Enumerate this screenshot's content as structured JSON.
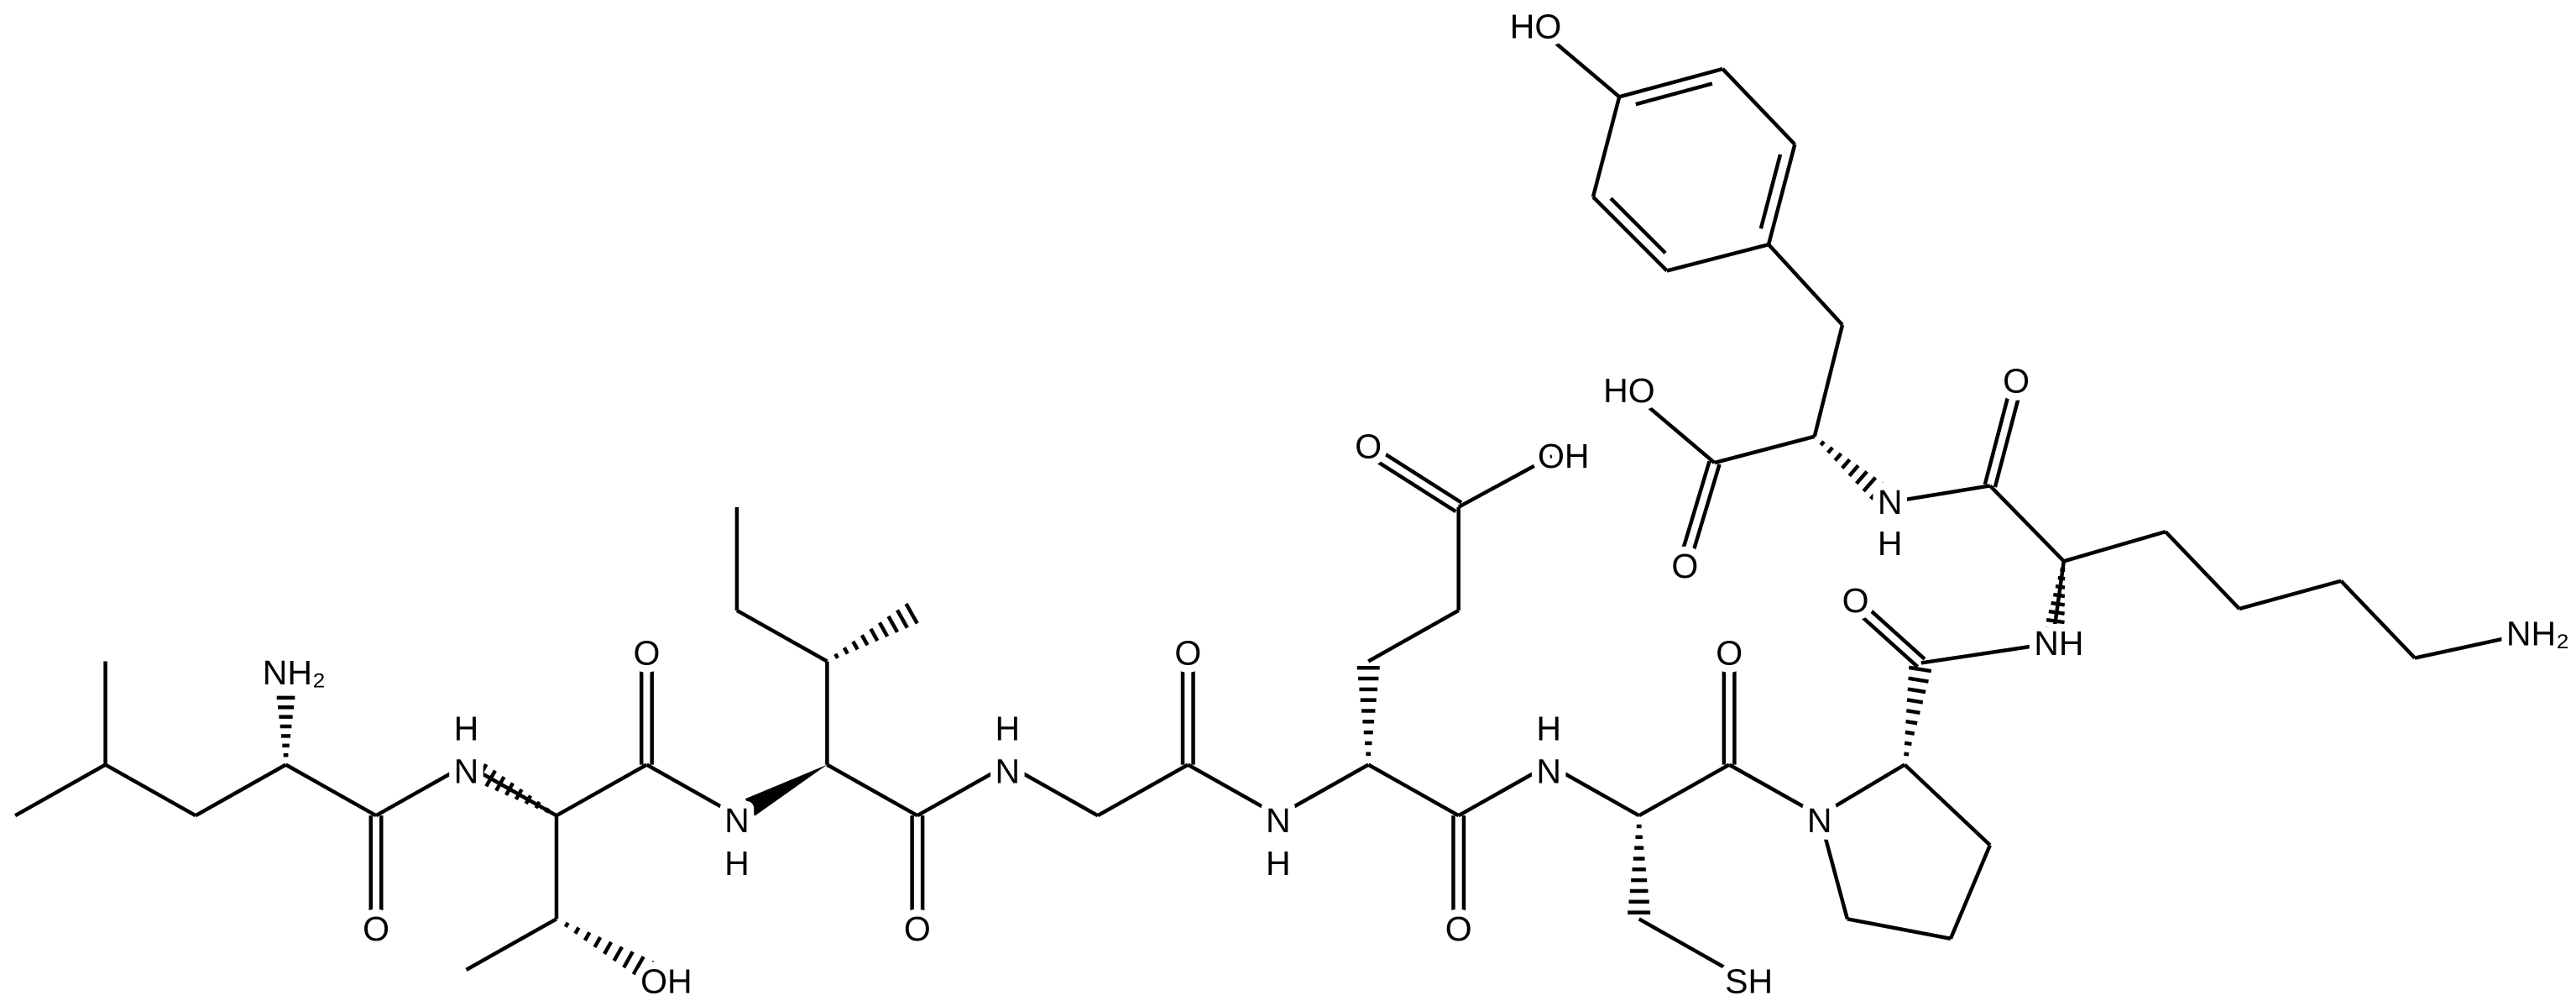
{
  "diagram": {
    "type": "chemical-structure",
    "atoms": [
      "NH₂",
      "O",
      "N",
      "H",
      "O",
      "OH",
      "N",
      "H",
      "O",
      "N",
      "H",
      "O",
      "N",
      "H",
      "O",
      "OH",
      "O",
      "N",
      "H",
      "SH",
      "O",
      "N",
      "O",
      "NH",
      "O",
      "NH₂",
      "N",
      "H",
      "HO",
      "O",
      "HO"
    ]
  }
}
